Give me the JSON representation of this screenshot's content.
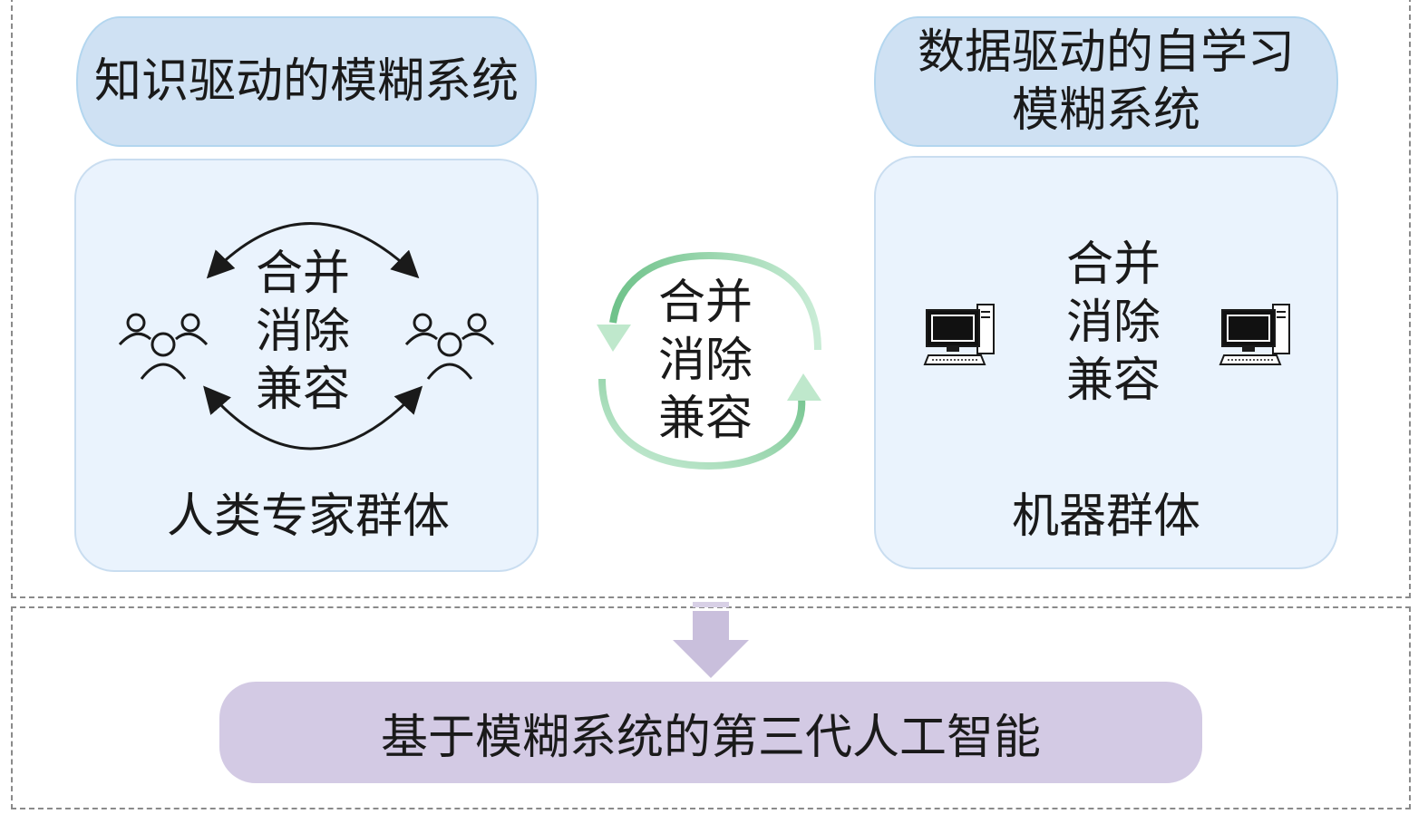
{
  "left": {
    "title": "知识驱动的模糊系统",
    "cycle": [
      "合并",
      "消除",
      "兼容"
    ],
    "group_label": "人类专家群体",
    "icon": "people-group-icon"
  },
  "center": {
    "cycle": [
      "合并",
      "消除",
      "兼容"
    ],
    "icon": "cycle-arrows-icon"
  },
  "right": {
    "title_lines": [
      "数据驱动的自学习",
      "模糊系统"
    ],
    "cycle": [
      "合并",
      "消除",
      "兼容"
    ],
    "group_label": "机器群体",
    "icon": "computer-icon"
  },
  "result": {
    "label": "基于模糊系统的第三代人工智能"
  },
  "colors": {
    "title_fill": "#cfe1f3",
    "panel_fill": "#eaf3fd",
    "cycle_green": "#8fd3a8",
    "result_fill": "#d3cae4",
    "down_arrow": "#c9bfdc",
    "dashed_border": "#8a8a8a"
  }
}
